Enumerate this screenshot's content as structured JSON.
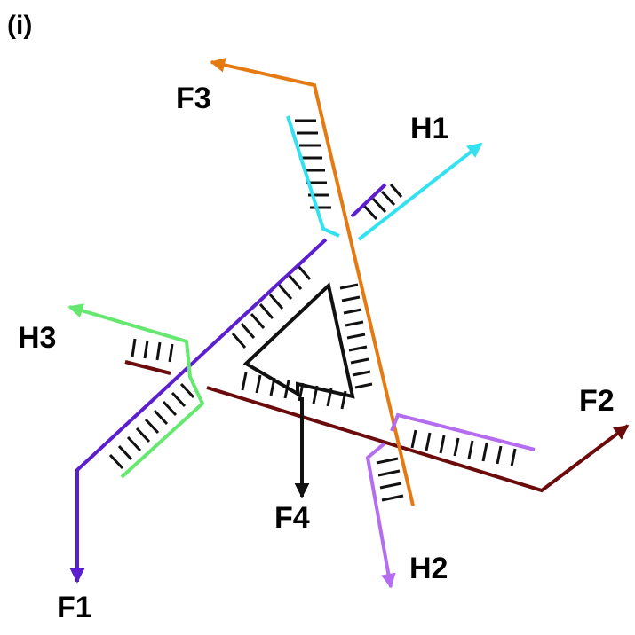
{
  "panel_label": "(i)",
  "labels": {
    "F1": "F1",
    "F2": "F2",
    "F3": "F3",
    "F4": "F4",
    "H1": "H1",
    "H2": "H2",
    "H3": "H3"
  },
  "colors": {
    "F1": "#5b1fd0",
    "F2": "#6b0b0b",
    "F3": "#e57a12",
    "F4": "#111111",
    "H1": "#33e1f0",
    "H2": "#b46cf0",
    "H3": "#66e870",
    "rungs": "#111111"
  }
}
